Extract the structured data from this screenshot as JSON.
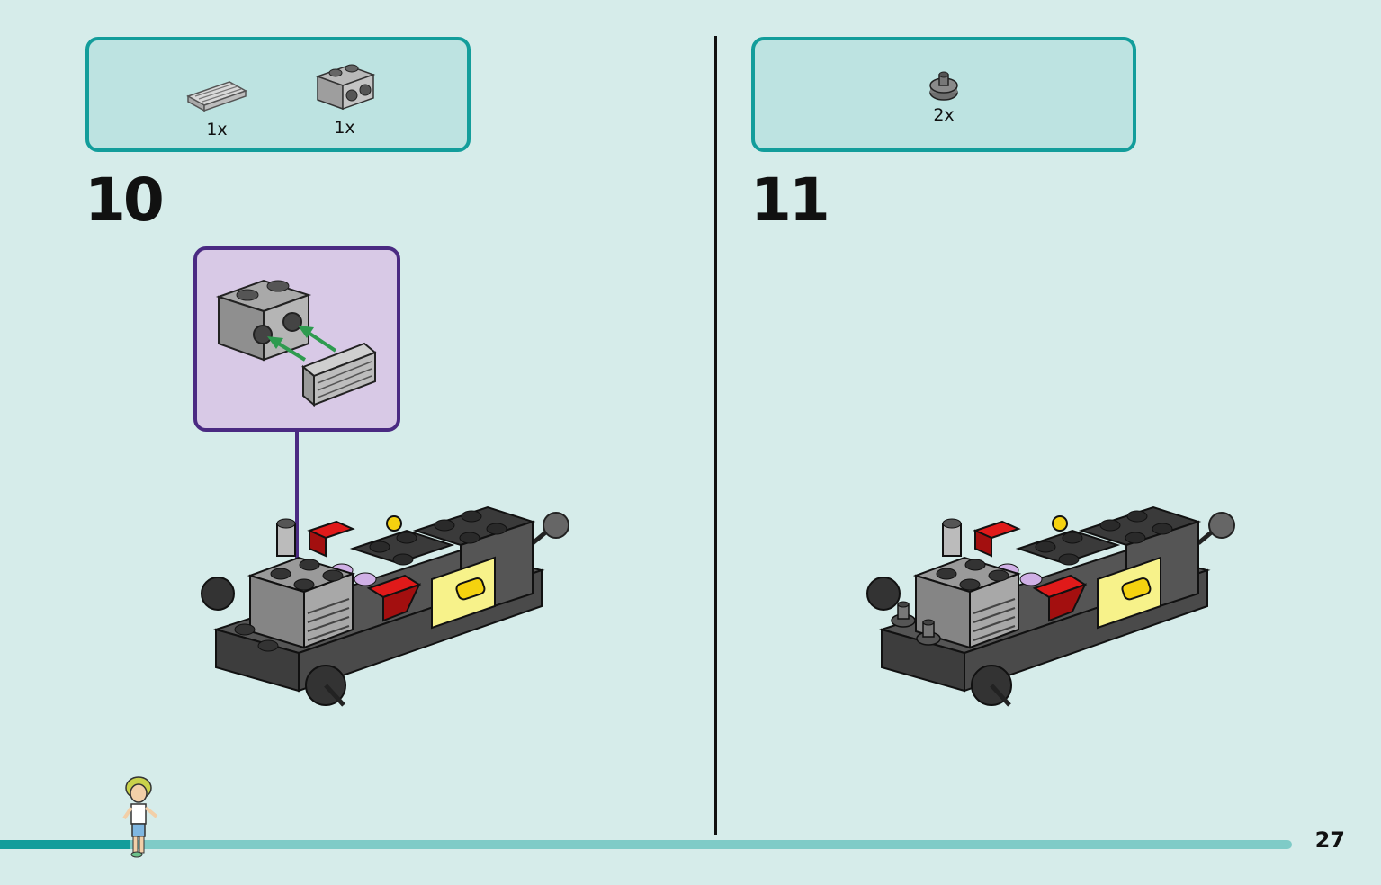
{
  "steps": [
    {
      "number": "10",
      "parts": [
        {
          "name": "grille-tile-1x2",
          "qty": "1x"
        },
        {
          "name": "brick-1x2-studs-on-side",
          "qty": "1x"
        }
      ]
    },
    {
      "number": "11",
      "parts": [
        {
          "name": "round-plate-1x1-with-bar",
          "qty": "2x"
        }
      ]
    }
  ],
  "page": {
    "number": "27",
    "progress": 0.1
  },
  "colors": {
    "background": "#d6ecea",
    "accent": "#139d9b",
    "callout_border": "#4a2a82",
    "callout_fill": "#d8c9e6"
  }
}
